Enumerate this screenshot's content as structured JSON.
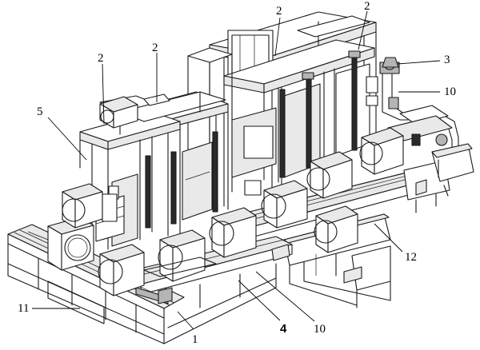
{
  "figure": {
    "reference_numerals": {
      "n2_a": "2",
      "n2_b": "2",
      "n2_c": "2",
      "n2_d": "2",
      "n3": "3",
      "n10_top": "10",
      "n5": "5",
      "n12": "12",
      "n11": "11",
      "n1": "1",
      "n4": "4",
      "n10_bottom": "10"
    }
  }
}
